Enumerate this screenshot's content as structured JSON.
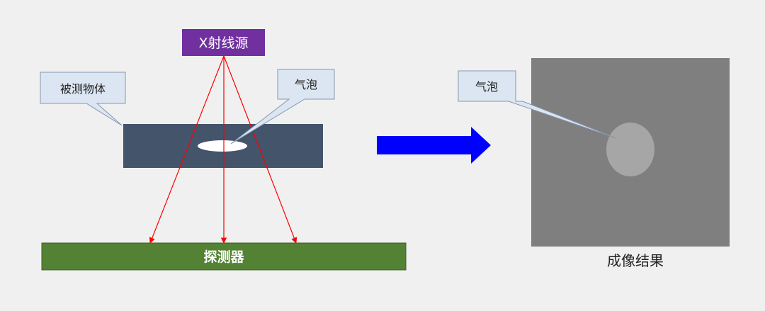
{
  "labels": {
    "xray_source": "X射线源",
    "tested_object": "被测物体",
    "bubble_left": "气泡",
    "detector": "探测器",
    "bubble_right": "气泡",
    "imaging_result": "成像结果"
  },
  "colors": {
    "background": "#f0f0f0",
    "xray_box": "#7030a0",
    "object": "#44546a",
    "detector": "#548235",
    "rays": "#ff0000",
    "arrow": "#0000ff",
    "result_panel": "#7f7f7f",
    "result_bubble": "#a6a6a6",
    "callout_fill": "#dce6f2",
    "callout_stroke": "#8497b0"
  }
}
